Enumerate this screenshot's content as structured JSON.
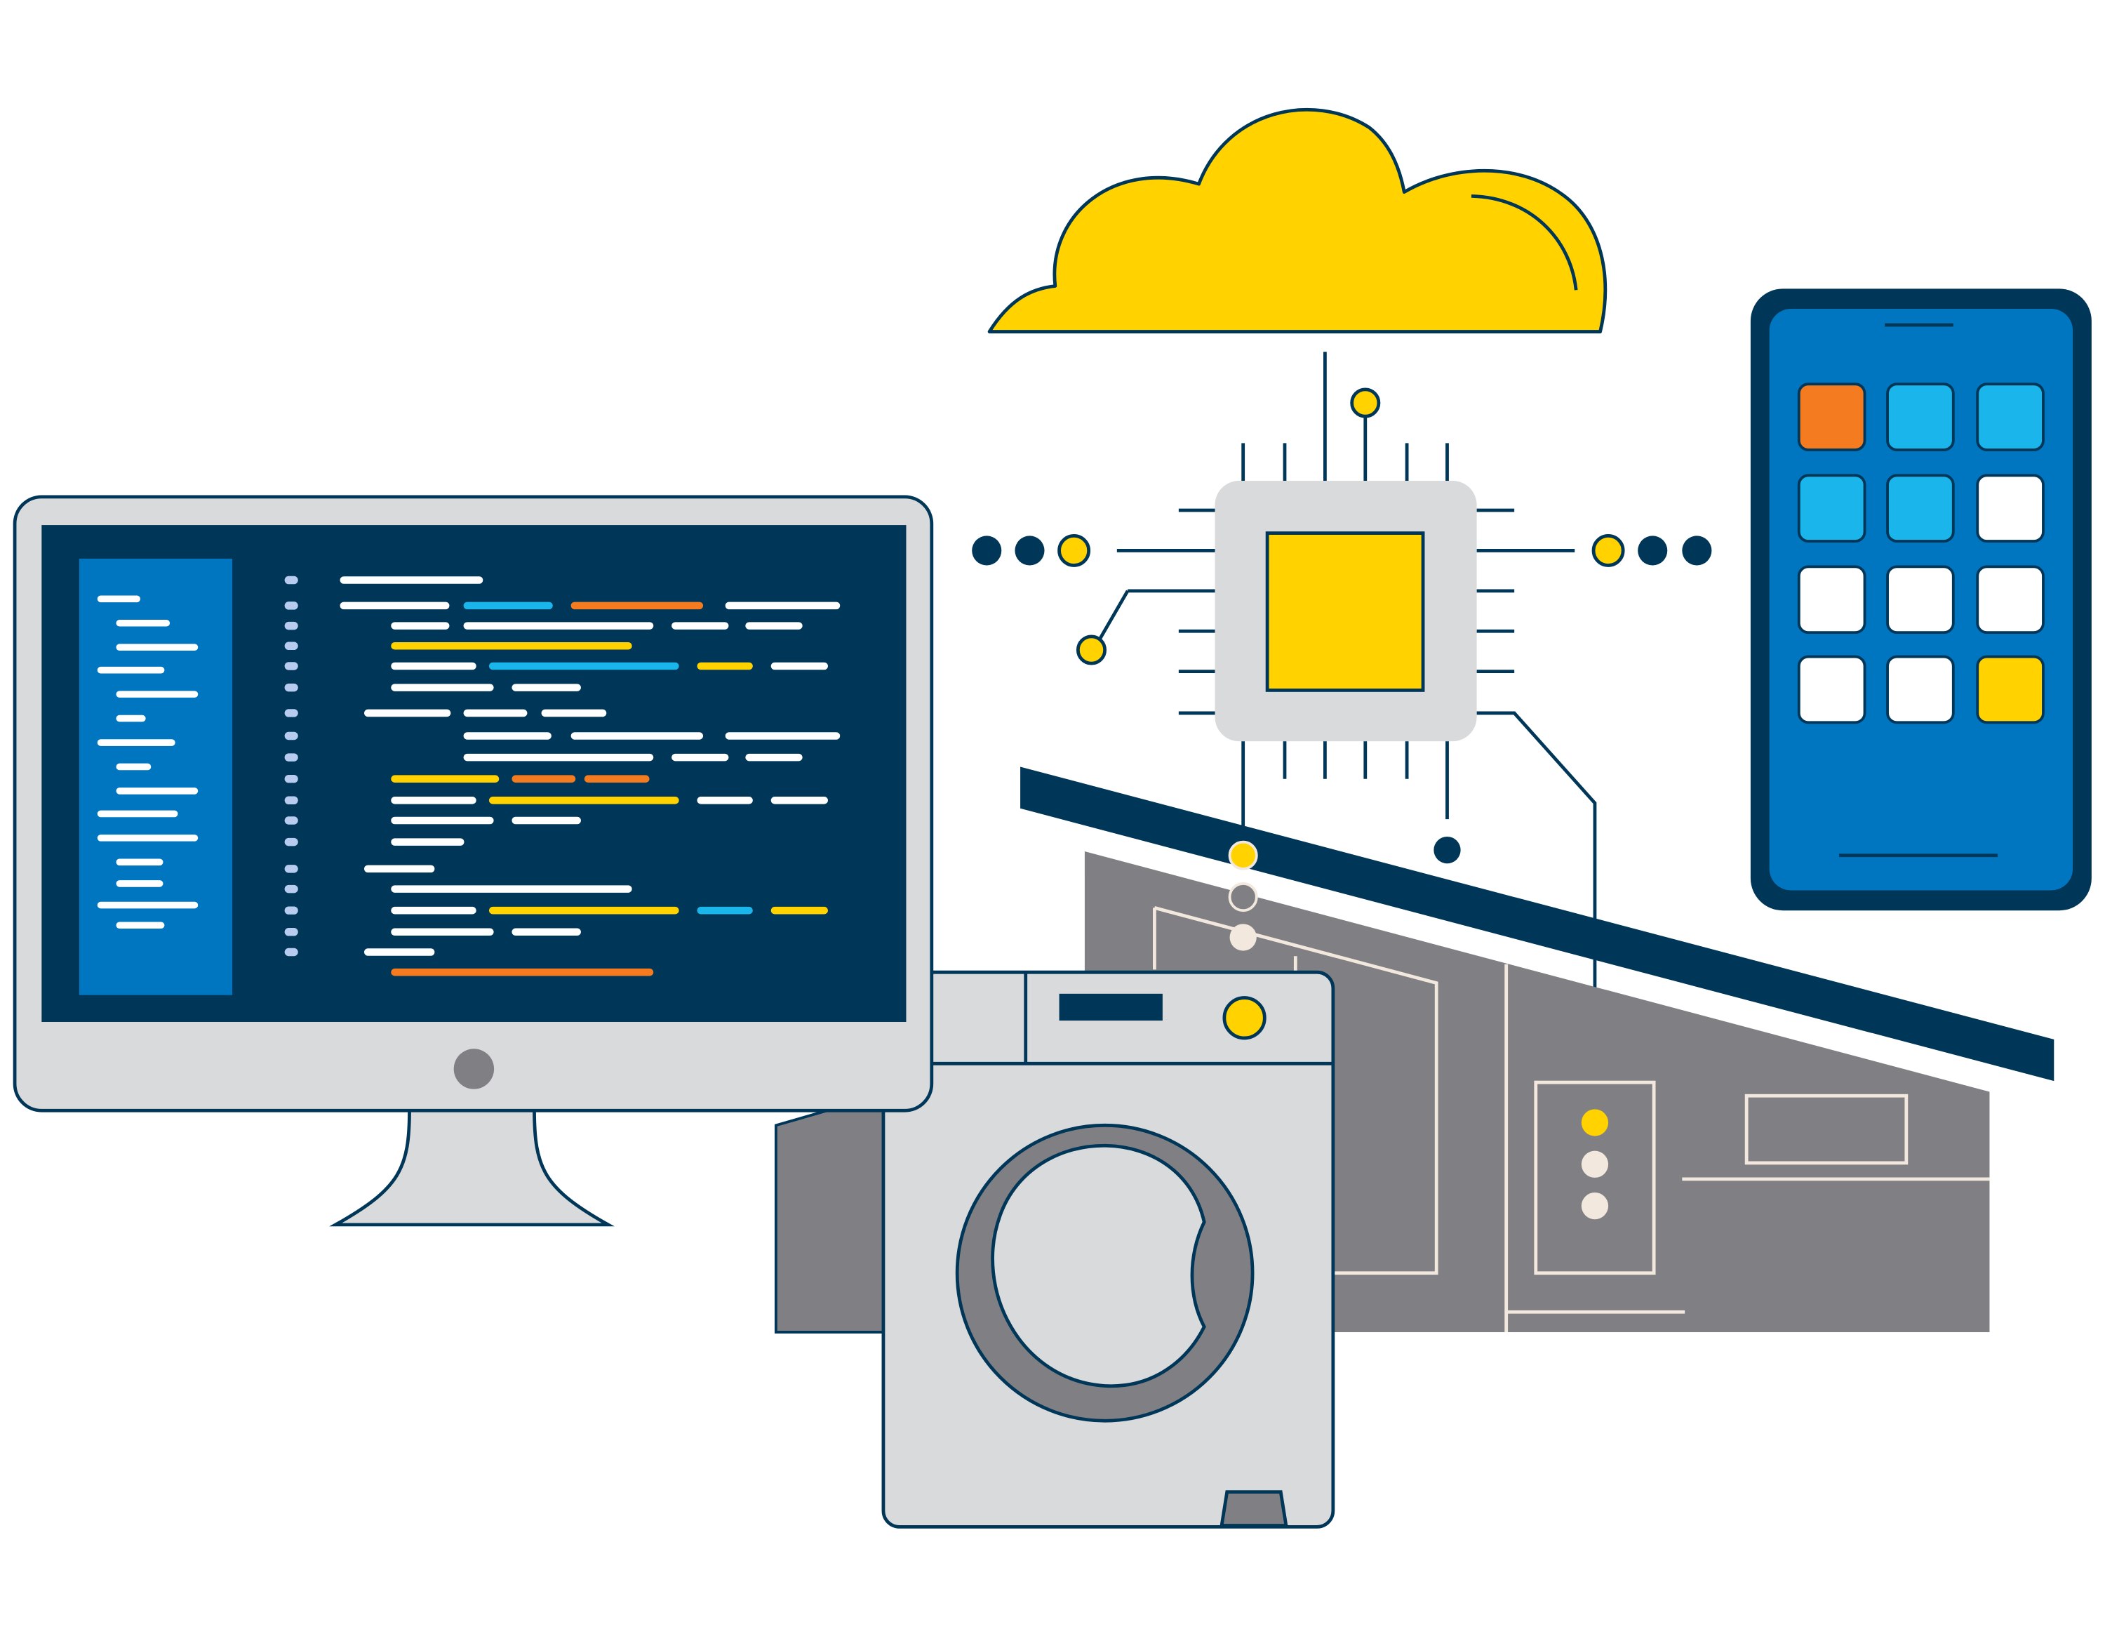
{
  "colors": {
    "navy": "#003657",
    "cloud_yellow": "#FFD200",
    "chip_body": "#D9DADC",
    "chip_core": "#FFD200",
    "monitor_frame": "#D9DADC",
    "screen_bg": "#003657",
    "sidebar_blue": "#0076C0",
    "code_white": "#FFFFFF",
    "code_cyan": "#1AB5EA",
    "code_orange": "#F47B20",
    "code_yellow": "#FFD200",
    "line_dots": "#B7CCEE",
    "house_gray": "#808084",
    "house_trim": "#F2E8DE",
    "phone_frame": "#003657",
    "phone_screen": "#0076C0",
    "tile_orange": "#F47B20",
    "tile_cyan": "#1AB5EA",
    "tile_white": "#FFFFFF",
    "tile_yellow": "#FFD200",
    "washer_body": "#D9DADC",
    "washer_door": "#808084",
    "cream_dot": "#F2E8DE"
  },
  "icons": {
    "cloud": "cloud-icon",
    "chip": "microchip-icon",
    "monitor": "desktop-computer-icon",
    "phone": "smartphone-icon",
    "house": "smart-house-icon",
    "washer": "washing-machine-icon",
    "thermostat": "thermostat-panel-icon"
  },
  "phone": {
    "app_tiles": [
      "orange",
      "cyan",
      "cyan",
      "cyan",
      "cyan",
      "white",
      "white",
      "white",
      "white",
      "white",
      "white",
      "yellow"
    ]
  }
}
